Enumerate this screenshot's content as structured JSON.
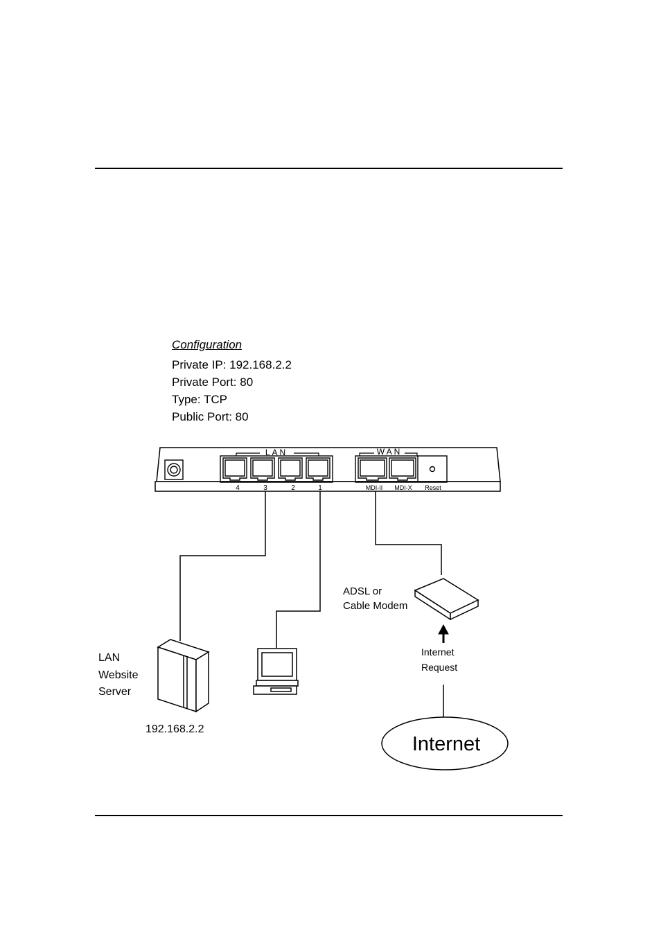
{
  "configuration": {
    "title": "Configuration",
    "lines": [
      "Private IP: 192.168.2.2",
      "Private Port: 80",
      "Type: TCP",
      "Public Port: 80"
    ]
  },
  "router": {
    "lan_label": "LAN",
    "wan_label": "WAN",
    "lan_ports": [
      "4",
      "3",
      "2",
      "1"
    ],
    "wan_ports": [
      "MDI-II",
      "MDI-X"
    ],
    "reset_label": "Reset"
  },
  "modem": {
    "label_line1": "ADSL or",
    "label_line2": "Cable Modem"
  },
  "request": {
    "line1": "Internet",
    "line2": "Request"
  },
  "server": {
    "label_line1": "LAN",
    "label_line2": "Website",
    "label_line3": "Server",
    "ip": "192.168.2.2"
  },
  "internet": {
    "label": "Internet"
  }
}
